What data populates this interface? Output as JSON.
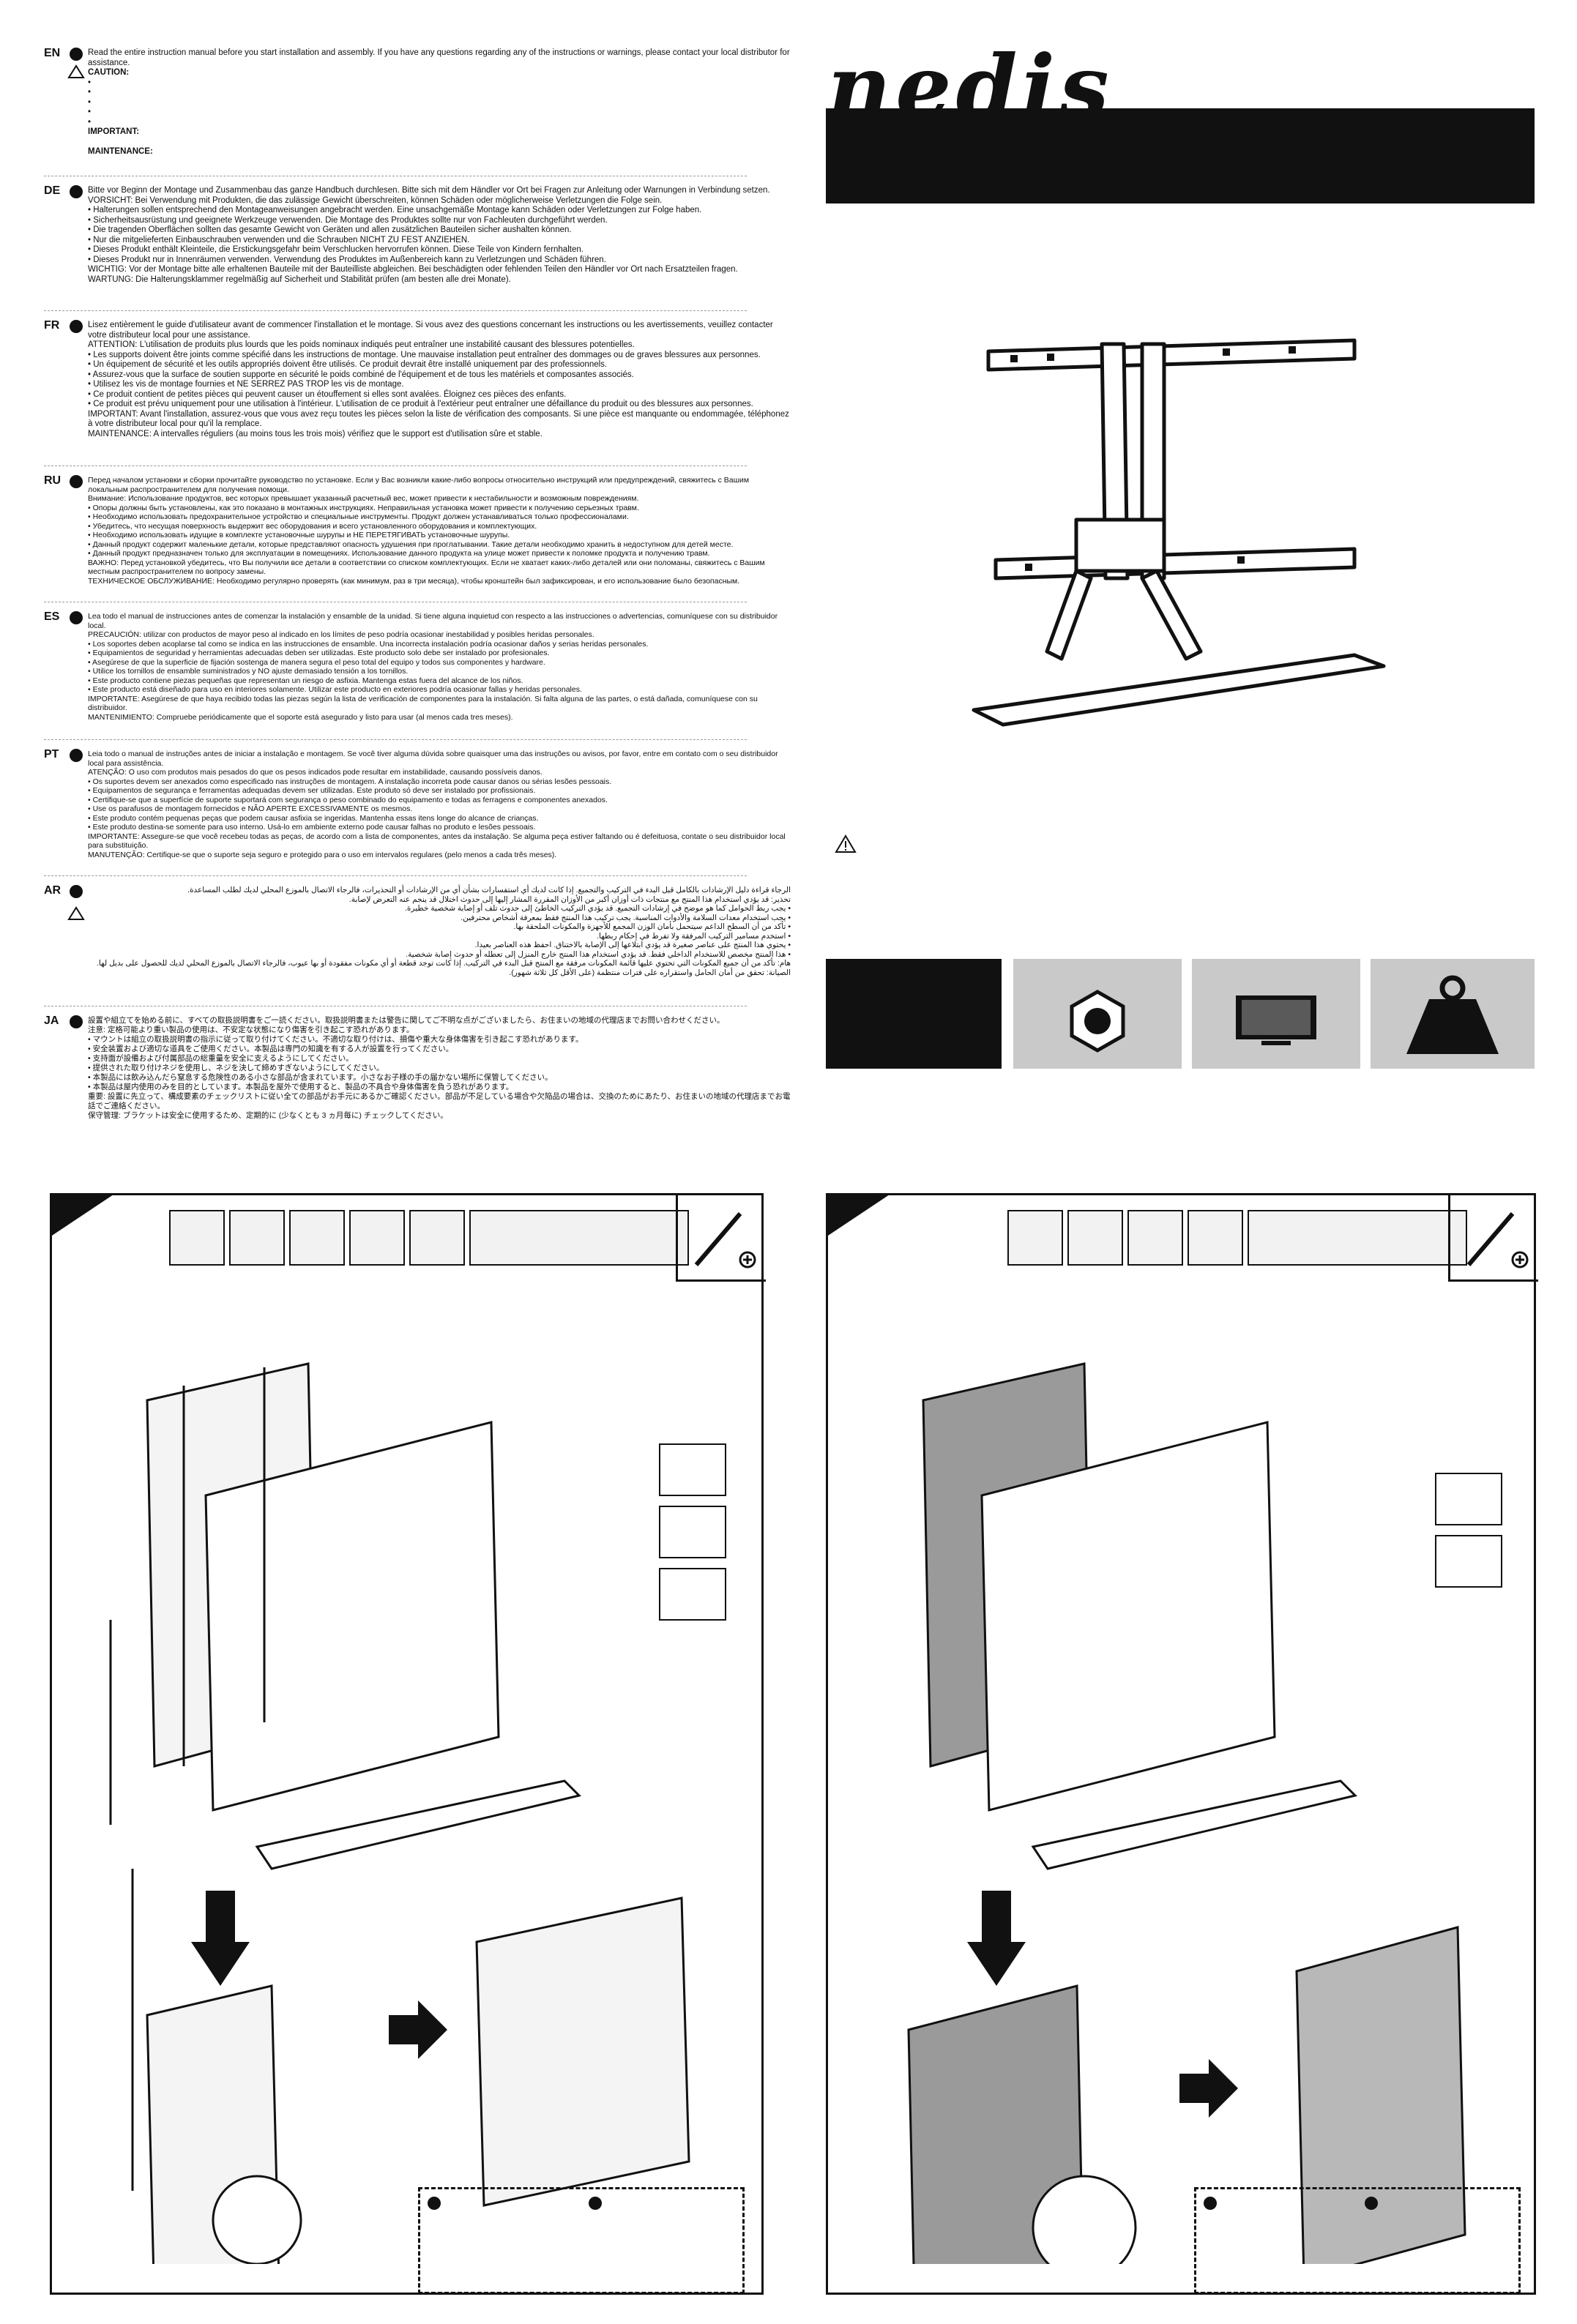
{
  "brand": {
    "logo_text": "nedis"
  },
  "languages": [
    {
      "code": "EN",
      "lines": [
        "Read the entire instruction manual before you start installation and assembly. If you have any questions regarding any of the instructions or warnings, please contact your local distributor for assistance.",
        "CAUTION:",
        "•",
        "•",
        "•",
        "•",
        "•",
        "IMPORTANT:",
        "",
        "MAINTENANCE:"
      ]
    },
    {
      "code": "DE",
      "lines": [
        "Bitte vor Beginn der Montage und Zusammenbau das ganze Handbuch durchlesen. Bitte sich mit dem Händler vor Ort bei Fragen zur Anleitung oder Warnungen in Verbindung setzen.",
        "VORSICHT: Bei Verwendung mit Produkten, die das zulässige Gewicht überschreiten, können Schäden oder möglicherweise Verletzungen die Folge sein.",
        "• Halterungen sollen entsprechend den Montageanweisungen angebracht werden. Eine unsachgemäße Montage kann Schäden oder Verletzungen zur Folge haben.",
        "• Sicherheitsausrüstung und geeignete Werkzeuge verwenden. Die Montage des Produktes sollte nur von Fachleuten durchgeführt werden.",
        "• Die tragenden Oberflächen sollten das gesamte Gewicht von Geräten und allen zusätzlichen Bauteilen sicher aushalten können.",
        "• Nur die mitgelieferten Einbauschrauben verwenden und die Schrauben NICHT ZU FEST ANZIEHEN.",
        "• Dieses Produkt enthält Kleinteile, die Erstickungsgefahr beim Verschlucken hervorrufen können. Diese Teile von Kindern fernhalten.",
        "• Dieses Produkt nur in Innenräumen verwenden. Verwendung des Produktes im Außenbereich kann zu Verletzungen und Schäden führen.",
        "WICHTIG: Vor der Montage bitte alle erhaltenen Bauteile mit der Bauteilliste abgleichen. Bei beschädigten oder fehlenden Teilen den Händler vor Ort nach Ersatzteilen fragen.",
        "WARTUNG: Die Halterungsklammer regelmäßig auf Sicherheit und Stabilität prüfen (am besten alle drei Monate)."
      ]
    },
    {
      "code": "FR",
      "lines": [
        "Lisez entièrement le guide d'utilisateur avant de commencer l'installation et le montage. Si vous avez des questions concernant les instructions ou les avertissements, veuillez contacter votre distributeur local pour une assistance.",
        "ATTENTION: L'utilisation de produits plus lourds que les poids nominaux indiqués peut entraîner une instabilité causant des blessures potentielles.",
        "• Les supports doivent être joints comme spécifié dans les instructions de montage. Une mauvaise installation peut entraîner des dommages ou de graves blessures aux personnes.",
        "• Un équipement de sécurité et les outils appropriés doivent être utilisés. Ce produit devrait être installé uniquement par des professionnels.",
        "• Assurez-vous que la surface de soutien supporte en sécurité le poids combiné de l'équipement et de tous les matériels et composantes associés.",
        "• Utilisez les vis de montage fournies et NE SERREZ PAS TROP les vis de montage.",
        "• Ce produit contient de petites pièces qui peuvent causer un étouffement si elles sont avalées. Éloignez ces pièces des enfants.",
        "• Ce produit est prévu uniquement pour une utilisation à l'intérieur. L'utilisation de ce produit à l'extérieur peut entraîner une défaillance du produit ou des blessures aux personnes.",
        "IMPORTANT: Avant l'installation, assurez-vous que vous avez reçu toutes les pièces selon la liste de vérification des composants. Si une pièce est manquante ou endommagée, téléphonez à votre distributeur local pour qu'il la remplace.",
        "MAINTENANCE: A intervalles réguliers (au moins tous les trois mois) vérifiez que le support est d'utilisation sûre et stable."
      ]
    },
    {
      "code": "RU",
      "lines": [
        "Перед началом установки и сборки прочитайте руководство по установке. Если у Вас возникли какие-либо вопросы относительно инструкций или предупреждений, свяжитесь с Вашим локальным распространителем для получения помощи.",
        "Внимание: Использование продуктов, вес которых превышает указанный расчетный вес, может привести к нестабильности и возможным повреждениям.",
        "• Опоры должны быть установлены, как это показано в монтажных инструкциях. Неправильная установка может привести к получению серьезных травм.",
        "• Необходимо использовать предохранительное устройство и специальные инструменты. Продукт должен устанавливаться только профессионалами.",
        "• Убедитесь, что несущая поверхность выдержит вес оборудования и всего установленного оборудования и комплектующих.",
        "• Необходимо использовать идущие в комплекте установочные шурупы и НЕ ПЕРЕТЯГИВАТЬ установочные шурупы.",
        "• Данный продукт содержит маленькие детали, которые представляют опасность удушения при проглатывании. Такие детали необходимо хранить в недоступном для детей месте.",
        "• Данный продукт предназначен только для эксплуатации в помещениях. Использование данного продукта на улице может привести к поломке продукта и получению травм.",
        "ВАЖНО: Перед установкой убедитесь, что Вы получили все детали в соответствии со списком комплектующих. Если не хватает каких-либо деталей или они поломаны, свяжитесь с Вашим местным распространителем по вопросу замены.",
        "ТЕХНИЧЕСКОЕ ОБСЛУЖИВАНИЕ: Необходимо регулярно проверять (как минимум, раз в три месяца), чтобы кронштейн был зафиксирован, и его использование было безопасным."
      ]
    },
    {
      "code": "ES",
      "lines": [
        "Lea todo el manual de instrucciones antes de comenzar la instalación y ensamble de la unidad. Si tiene alguna inquietud con respecto a las instrucciones o advertencias, comuníquese con su distribuidor local.",
        "PRECAUCIÓN: utilizar con productos de mayor peso al indicado en los límites de peso podría ocasionar inestabilidad y posibles heridas personales.",
        "• Los soportes deben acoplarse tal como se indica en las instrucciones de ensamble. Una incorrecta instalación podría ocasionar daños y serias heridas personales.",
        "• Equipamientos de seguridad y herramientas adecuadas deben ser utilizadas. Este producto solo debe ser instalado por profesionales.",
        "• Asegúrese de que la superficie de fijación sostenga de manera segura el peso total del equipo y todos sus componentes y hardware.",
        "• Utilice los tornillos de ensamble suministrados y NO ajuste demasiado tensión a los tornillos.",
        "• Este producto contiene piezas pequeñas que representan un riesgo de asfixia. Mantenga estas fuera del alcance de los niños.",
        "• Este producto está diseñado para uso en interiores solamente. Utilizar este producto en exteriores podría ocasionar fallas y heridas personales.",
        "IMPORTANTE: Asegúrese de que haya recibido todas las piezas según la lista de verificación de componentes para la instalación. Si falta alguna de las partes, o está dañada, comuníquese con su distribuidor.",
        "MANTENIMIENTO: Compruebe periódicamente que el soporte está asegurado y listo para usar (al menos cada tres meses)."
      ]
    },
    {
      "code": "PT",
      "lines": [
        "Leia todo o manual de instruções antes de iniciar a instalação e montagem. Se você tiver alguma dúvida sobre quaisquer uma das instruções ou avisos, por favor, entre em contato com o seu distribuidor local para assistência.",
        "ATENÇÃO: O uso com produtos mais pesados do que os pesos indicados pode resultar em instabilidade, causando possíveis danos.",
        "• Os suportes devem ser anexados como especificado nas instruções de montagem. A instalação incorreta pode causar danos ou sérias lesões pessoais.",
        "• Equipamentos de segurança e ferramentas adequadas devem ser utilizadas. Este produto só deve ser instalado por profissionais.",
        "• Certifique-se que a superfície de suporte suportará com segurança o peso combinado do equipamento e todas as ferragens e componentes anexados.",
        "• Use os parafusos de montagem fornecidos e NÃO APERTE EXCESSIVAMENTE os mesmos.",
        "• Este produto contém pequenas peças que podem causar asfixia se ingeridas. Mantenha essas itens longe do alcance de crianças.",
        "• Este produto destina-se somente para uso interno. Usá-lo em ambiente externo pode causar falhas no produto e lesões pessoais.",
        "IMPORTANTE: Assegure-se que você recebeu todas as peças, de acordo com a lista de componentes, antes da instalação. Se alguma peça estiver faltando ou é defeituosa, contate o seu distribuidor local para substituição.",
        "MANUTENÇÃO: Certifique-se que o suporte seja seguro e protegido para o uso em intervalos regulares (pelo menos a cada três meses)."
      ]
    },
    {
      "code": "AR",
      "lines": [
        "الرجاء قراءة دليل الإرشادات بالكامل قبل البدء في التركيب والتجميع. إذا كانت لديك أي استفسارات بشأن أي من الإرشادات أو التحذيرات، فالرجاء الاتصال بالموزع المحلي لديك لطلب المساعدة.",
        "تحذير: قد يؤدي استخدام هذا المنتج مع منتجات ذات أوزان أكبر من الأوزان المقررة المشار إليها إلى حدوث اختلال قد ينجم عنه التعرض لإصابة.",
        "• يجب ربط الحوامل كما هو موضح في إرشادات التجميع. قد يؤدي التركيب الخاطئ إلى حدوث تلف أو إصابة شخصية خطيرة.",
        "• يجب استخدام معدات السلامة والأدوات المناسبة. يجب تركيب هذا المنتج فقط بمعرفة أشخاص محترفين.",
        "• تأكد من أن السطح الداعم سيتحمل بأمان الوزن المجمع للأجهزة والمكونات الملحقة بها.",
        "• استخدم مسامير التركيب المرفقة ولا تفرط في إحكام ربطها.",
        "• يحتوي هذا المنتج على عناصر صغيرة قد يؤدي ابتلاعها إلى الإصابة بالاختناق. احفظ هذه العناصر بعيدا.",
        "• هذا المنتج مخصص للاستخدام الداخلي فقط. قد يؤدي استخدام هذا المنتج خارج المنزل إلى تعطله أو حدوث إصابة شخصية.",
        "هام: تأكد من أن جميع المكونات التي تحتوي عليها قائمة المكونات مرفقة مع المنتج قبل البدء في التركيب. إذا كانت توجد قطعة أو أي مكونات مفقودة أو بها عيوب، فالرجاء الاتصال بالموزع المحلي لديك للحصول على بديل لها.",
        "الصيانة: تحقق من أمان الحامل واستقراره على فترات منتظمة (على الأقل كل ثلاثة شهور)."
      ]
    },
    {
      "code": "JA",
      "lines": [
        "設置や組立てを始める前に、すべての取扱説明書をご一読ください。取扱説明書または警告に関してご不明な点がございましたら、お住まいの地域の代理店までお問い合わせください。",
        "注意: 定格可能より重い製品の使用は、不安定な状態になり傷害を引き起こす恐れがあります。",
        "• マウントは組立の取扱説明書の指示に従って取り付けてください。不適切な取り付けは、損傷や重大な身体傷害を引き起こす恐れがあります。",
        "• 安全装置および適切な道具をご使用ください。本製品は専門の知識を有する人が設置を行ってください。",
        "• 支持面が設備および付属部品の総重量を安全に支えるようにしてください。",
        "• 提供された取り付けネジを使用し、ネジを決して締めすぎないようにしてください。",
        "• 本製品には飲み込んだら窒息する危険性のある小さな部品が含まれています。小さなお子様の手の届かない場所に保管してください。",
        "• 本製品は屋内使用のみを目的としています。本製品を屋外で使用すると、製品の不具合や身体傷害を負う恐れがあります。",
        "重要: 設置に先立って、構成要素のチェックリストに従い全ての部品がお手元にあるかご確認ください。部品が不足している場合や欠陥品の場合は、交換のためにあたり、お住まいの地域の代理店までお電話でご連絡ください。",
        "保守管理: ブラケットは安全に使用するため、定期的に (少なくとも 3 ヵ月毎に) チェックしてください。"
      ]
    }
  ],
  "icon_tiles": [
    {
      "name": "tool-icon"
    },
    {
      "name": "tv-icon"
    },
    {
      "name": "weight-icon"
    }
  ],
  "colors": {
    "band": "#111111",
    "tile": "#c9c9c9",
    "paper": "#ffffff"
  }
}
